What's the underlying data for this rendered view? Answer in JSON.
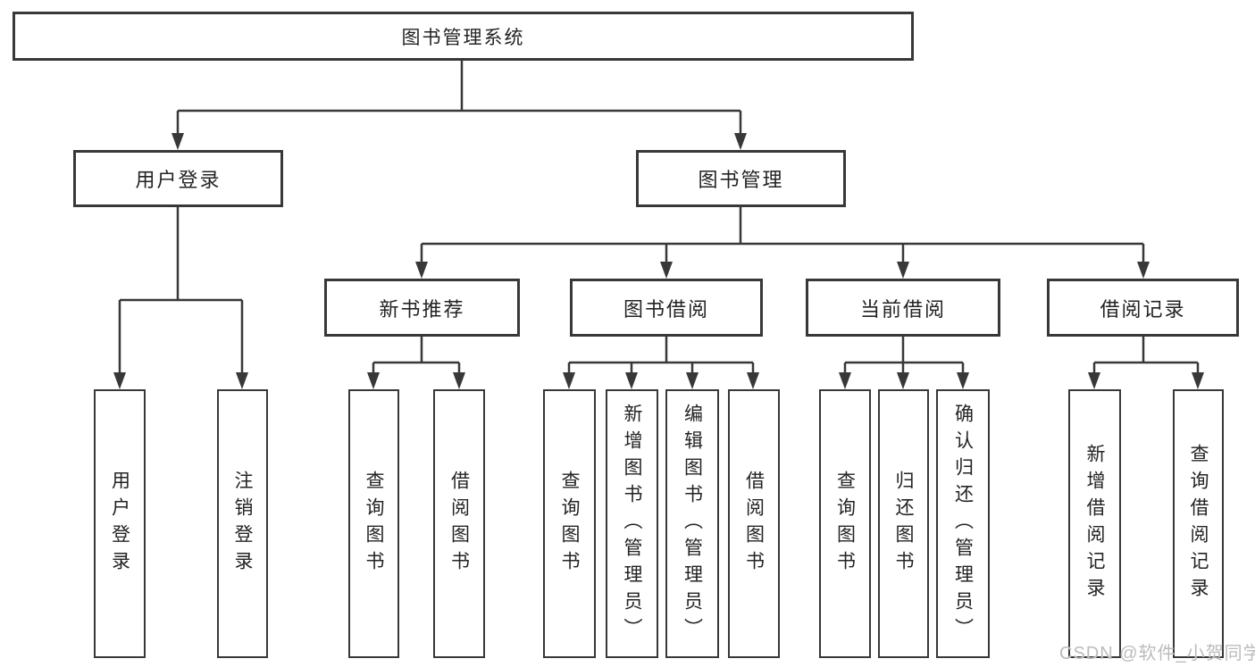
{
  "diagram": {
    "title": "图书管理系统",
    "type": "hierarchy-tree",
    "colors": {
      "line": "#383838",
      "box_border": "#383838",
      "box_fill": "#ffffff",
      "text": "#232323",
      "background": "#ffffff",
      "watermark": "#bcbcbc"
    }
  },
  "watermark": "CSDN @软件_小贺同学",
  "tree": {
    "label": "图书管理系统",
    "children": [
      {
        "label": "用户登录",
        "children": [
          {
            "label": "用户登录"
          },
          {
            "label": "注销登录"
          }
        ]
      },
      {
        "label": "图书管理",
        "children": [
          {
            "label": "新书推荐",
            "children": [
              {
                "label": "查询图书"
              },
              {
                "label": "借阅图书"
              }
            ]
          },
          {
            "label": "图书借阅",
            "children": [
              {
                "label": "查询图书"
              },
              {
                "label": "新增图书（管理员）"
              },
              {
                "label": "编辑图书（管理员）"
              },
              {
                "label": "借阅图书"
              }
            ]
          },
          {
            "label": "当前借阅",
            "children": [
              {
                "label": "查询图书"
              },
              {
                "label": "归还图书"
              },
              {
                "label": "确认归还（管理员）"
              }
            ]
          },
          {
            "label": "借阅记录",
            "children": [
              {
                "label": "新增借阅记录"
              },
              {
                "label": "查询借阅记录"
              }
            ]
          }
        ]
      }
    ]
  }
}
